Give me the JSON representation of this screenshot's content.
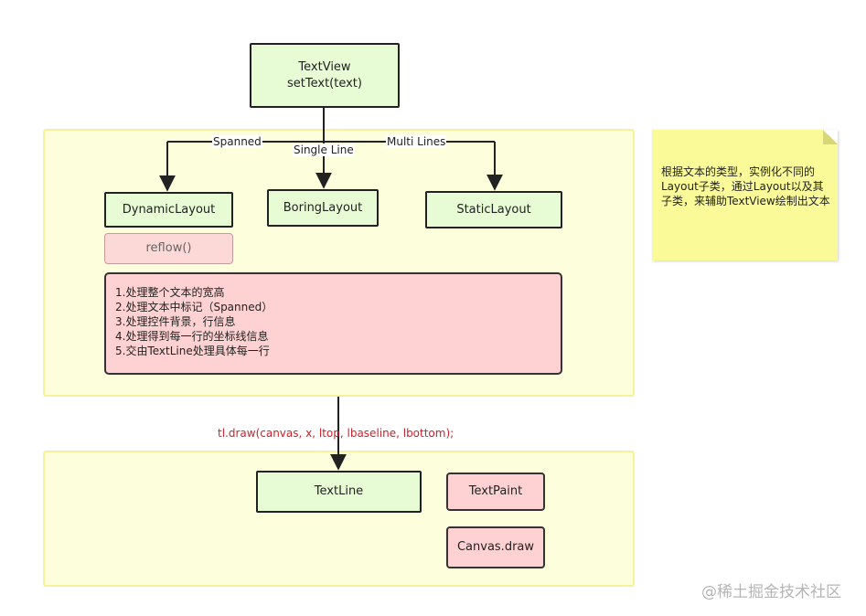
{
  "nodes": {
    "textview_line1": "TextView",
    "textview_line2": "setText(text)",
    "dynamic_layout": "DynamicLayout",
    "boring_layout": "BoringLayout",
    "static_layout": "StaticLayout",
    "reflow": "reflow()",
    "textline": "TextLine",
    "textpaint": "TextPaint",
    "canvas_draw": "Canvas.draw"
  },
  "edges": {
    "spanned": "Spanned",
    "single_line": "Single Line",
    "multi_lines": "Multi Lines",
    "draw_call": "tl.draw(canvas, x, ltop, lbaseline, lbottom);"
  },
  "process_steps": [
    "1.处理整个文本的宽高",
    "2.处理文本中标记（Spanned）",
    "3.处理控件背景，行信息",
    "4.处理得到每一行的坐标线信息",
    "5.交由TextLine处理具体每一行"
  ],
  "note": "根据文本的类型，实例化不同的Layout子类，通过Layout以及其子类，来辅助TextView绘制出文本",
  "watermark": "@稀土掘金技术社区",
  "colors": {
    "panel_fill": "#fdfedb",
    "panel_border": "#f4f39b",
    "green_fill": "#e7fbd4",
    "pink_fill": "#fed2d2",
    "sticky_fill": "#fafa99",
    "call_label": "#d0202a"
  }
}
